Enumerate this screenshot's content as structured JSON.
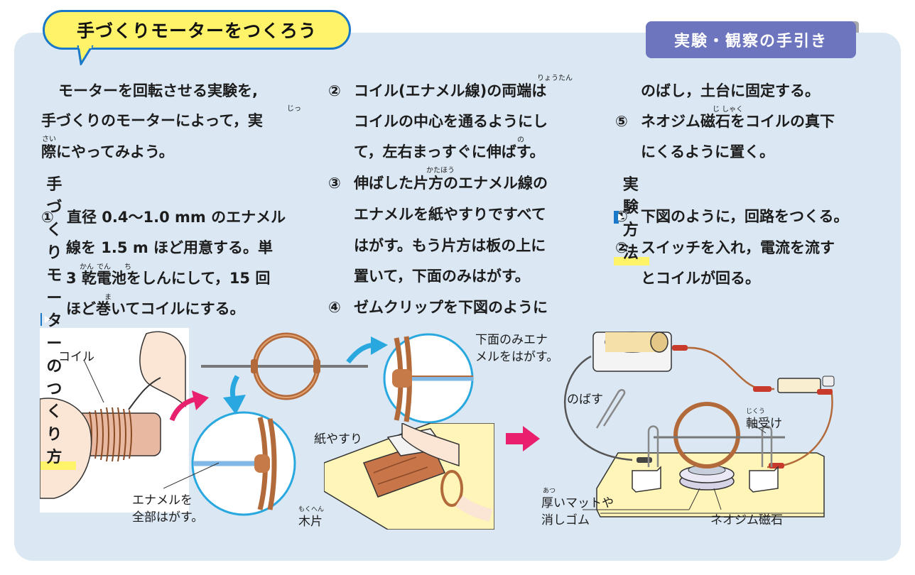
{
  "header": {
    "title": "手づくりモーターをつくろう",
    "tab_label": "実験・観察の手引き"
  },
  "col1": {
    "intro": [
      "モーターを回転させる実験を,",
      "手づくりのモーターによって，実",
      "際にやってみよう。"
    ],
    "intro_ruby": {
      "jitsu": "じっ",
      "sai": "さい"
    },
    "heading": "手づくりモーターのつくり方",
    "step1_num": "①",
    "step1": [
      "直径 0.4〜1.0 mm のエナメル",
      "線を 1.5 m ほど用意する。単",
      "3 乾電池をしんにして，15 回",
      "ほど巻いてコイルにする。"
    ],
    "step1_ruby": {
      "kan": "かん",
      "den": "でん",
      "chi": "ち",
      "ma": "ま"
    }
  },
  "col2": {
    "step2_num": "②",
    "step2": [
      "コイル(エナメル線)の両端は",
      "コイルの中心を通るようにし",
      "て，左右まっすぐに伸ばす。"
    ],
    "step2_ruby": {
      "ryoutan": "りょうたん",
      "no": "の"
    },
    "step3_num": "③",
    "step3": [
      "伸ばした片方のエナメル線の",
      "エナメルを紙やすりですべて",
      "はがす。もう片方は板の上に",
      "置いて，下面のみはがす。"
    ],
    "step3_ruby": {
      "katahou": "かたほう"
    },
    "step4_num": "④",
    "step4": [
      "ゼムクリップを下図のように"
    ]
  },
  "col3": {
    "step4_cont": "のばし，土台に固定する。",
    "step5_num": "⑤",
    "step5": [
      "ネオジム磁石をコイルの真下",
      "にくるように置く。"
    ],
    "step5_ruby": {
      "jishaku": "じ しゃく"
    },
    "heading": "実験方法",
    "m1_num": "①",
    "m1": "下図のように，回路をつくる。",
    "m2_num": "②",
    "m2": [
      "スイッチを入れ，電流を流す",
      "とコイルが回る。"
    ]
  },
  "illustration": {
    "coil": "コイル",
    "enamel_all": [
      "エナメルを",
      "全部はがす。"
    ],
    "sandpaper": "紙やすり",
    "wood_ruby": "もくへん",
    "wood": "木片",
    "bottom_only": [
      "下面のみエナ",
      "メルをはがす。"
    ],
    "stretch": "のばす",
    "bearing_ruby": "じくう",
    "bearing": "軸受け",
    "mat_ruby": "あつ",
    "mat": [
      "厚いマットや",
      "消しゴム"
    ],
    "magnet": "ネオジム磁石"
  },
  "colors": {
    "panel": "#dbe8f4",
    "title_fill": "#fff36a",
    "accent_blue": "#1a78c8",
    "tab": "#6c75bd",
    "arrow_pink": "#e8206e",
    "arrow_cyan": "#29a8e0",
    "copper": "#b36a3a"
  }
}
